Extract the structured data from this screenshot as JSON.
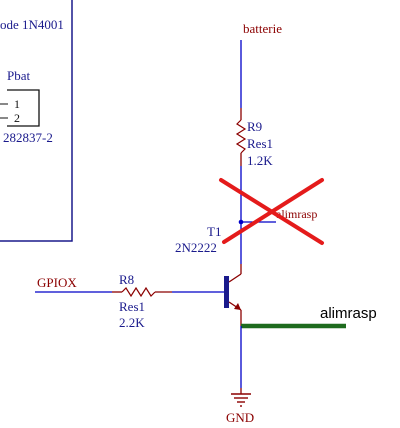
{
  "schematic": {
    "left_component": {
      "partial_label": "ode 1N4001",
      "connector_ref": "Pbat",
      "pin_1": "1",
      "pin_2": "2",
      "part_number_partial": "282837-2"
    },
    "net_battery": "batterie",
    "r9": {
      "designator": "R9",
      "type": "Res1",
      "value": "1.2K"
    },
    "t1": {
      "designator": "T1",
      "type": "2N2222"
    },
    "r8": {
      "designator": "R8",
      "type": "Res1",
      "value": "2.2K"
    },
    "net_gpio": "GPIOX",
    "net_alim_original": "alimrasp",
    "net_alim_new": "alimrasp",
    "net_gnd": "GND",
    "colors": {
      "wire": "#0000c8",
      "component": "#8b0000",
      "border": "#1a1a8c",
      "cross": "#e41b1b",
      "new_wire": "#1e6b1e"
    }
  }
}
